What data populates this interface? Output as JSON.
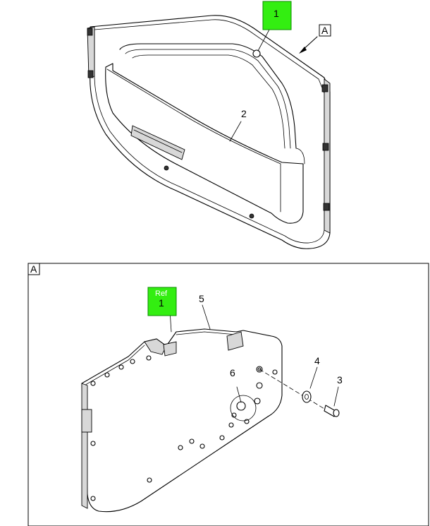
{
  "callouts": {
    "main_ref": "1",
    "pocket": "2",
    "view_arrow": "A",
    "detail_frame": "A",
    "ref_top": "Ref",
    "ref_num": "1",
    "panel": "5",
    "washer": "4",
    "screw": "3",
    "clip": "6"
  },
  "colors": {
    "highlight": "#33ee11",
    "line": "#000000",
    "background": "#ffffff"
  }
}
